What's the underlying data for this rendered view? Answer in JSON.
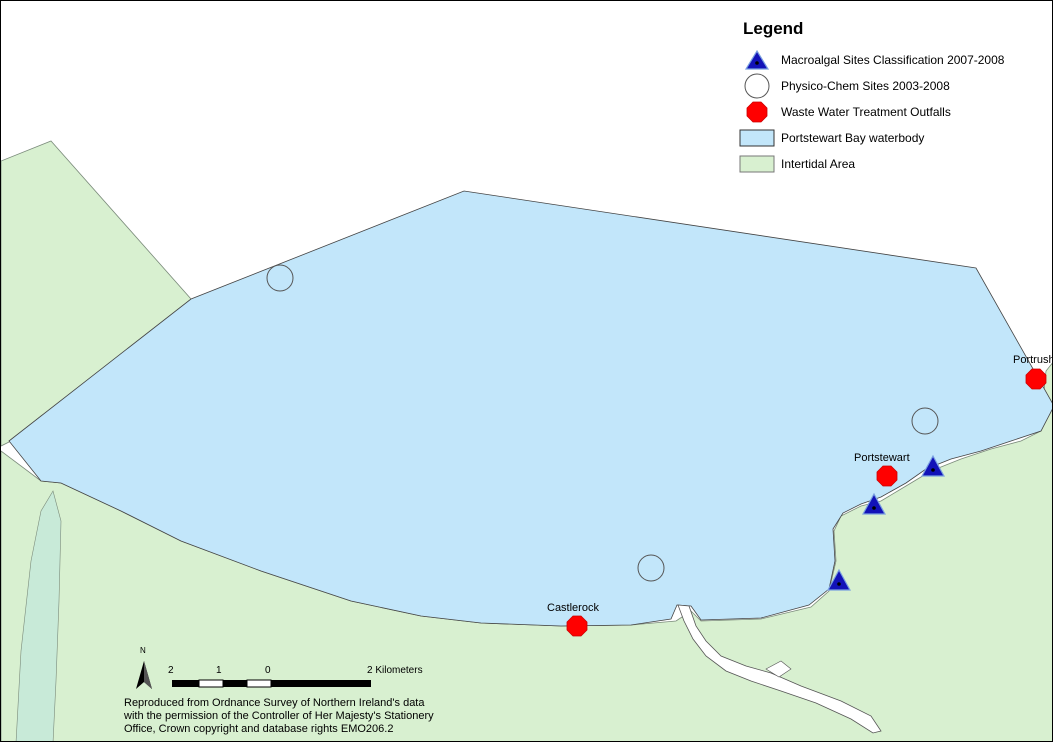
{
  "legend": {
    "title": "Legend",
    "items": [
      {
        "symbol": "triangle-icon",
        "label": "Macroalgal Sites Classification 2007-2008"
      },
      {
        "symbol": "circle-icon",
        "label": "Physico-Chem Sites 2003-2008"
      },
      {
        "symbol": "octagon-icon",
        "label": "Waste Water Treatment Outfalls"
      },
      {
        "symbol": "waterbody-swatch",
        "label": "Portstewart Bay waterbody"
      },
      {
        "symbol": "intertidal-swatch",
        "label": "Intertidal Area"
      }
    ]
  },
  "places": {
    "portrush": "Portrush",
    "portstewart": "Portstewart",
    "castlerock": "Castlerock"
  },
  "scale": {
    "ticks": [
      "2",
      "1",
      "0",
      "2 Kilometers"
    ]
  },
  "north_label": "N",
  "attribution": [
    "Reproduced from Ordnance Survey of Northern Ireland's data",
    "with the permission of the Controller of Her Majesty's Stationery",
    "Office, Crown copyright and database rights EMO206.2"
  ],
  "colors": {
    "waterbody": "#c2e6fa",
    "intertidal": "#d8f0d0",
    "outfall": "#ff0000",
    "macroalgal": "#1212b8"
  }
}
